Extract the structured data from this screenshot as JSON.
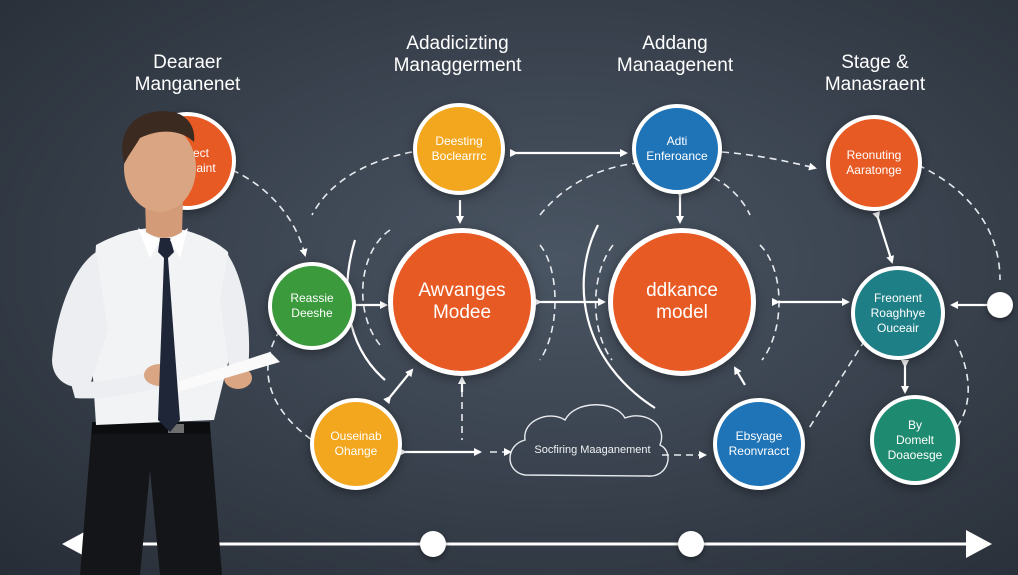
{
  "headings": {
    "h1": [
      "Dearaer",
      "Manganenet"
    ],
    "h2": [
      "Adadicizting",
      "Managgerment"
    ],
    "h3": [
      "Addang",
      "Manaagenent"
    ],
    "h4": [
      "Stage &",
      "Manasraent"
    ]
  },
  "nodes": {
    "sponect": {
      "label": [
        "Sponect",
        "Aeatenaint"
      ],
      "color": "#e85a24"
    },
    "deesting": {
      "label": [
        "Deesting",
        "Boclearrrc"
      ],
      "color": "#f2a71e"
    },
    "adti": {
      "label": [
        "Adti",
        "Enferoance"
      ],
      "color": "#1f74b8"
    },
    "reonuting": {
      "label": [
        "Reonuting",
        "Aaratonge"
      ],
      "color": "#e85a24"
    },
    "reassie": {
      "label": [
        "Reassie",
        "Deeshe"
      ],
      "color": "#3a9a3c"
    },
    "awvanges": {
      "label": [
        "Awvanges",
        "Modee"
      ],
      "color": "#e85a24"
    },
    "ddkance": {
      "label": [
        "ddkance",
        "model"
      ],
      "color": "#e85a24"
    },
    "freonent": {
      "label": [
        "Freonent",
        "Roaghhye",
        "Ouceair"
      ],
      "color": "#1e7f86"
    },
    "ouseinab": {
      "label": [
        "Ouseinab",
        "Ohange"
      ],
      "color": "#f2a71e"
    },
    "ebsyage": {
      "label": [
        "Ebsyage",
        "Reonvracct"
      ],
      "color": "#1f74b8"
    },
    "by": {
      "label": [
        "By",
        "Domelt",
        "Doaoesge"
      ],
      "color": "#1e8b70"
    }
  },
  "cloud": {
    "label": "Socfiring Maaganement"
  },
  "timeline": {
    "arrow_color": "#ffffff"
  }
}
